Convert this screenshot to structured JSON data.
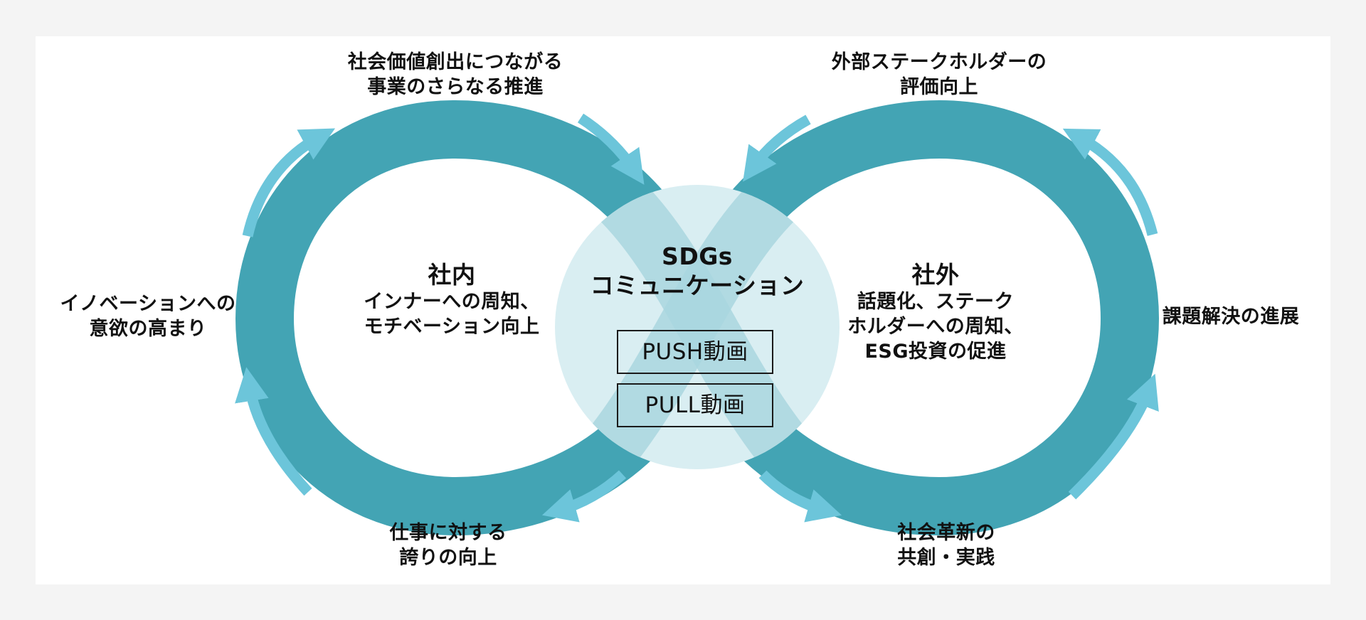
{
  "colors": {
    "page_background": "#f4f4f4",
    "panel_background": "#ffffff",
    "loop_teal": "#43a4b4",
    "center_circle": "#d9eef2",
    "crossing_overlay": "#a9d6df",
    "arrow_blue": "#6cc5da",
    "text": "#111111"
  },
  "center": {
    "title_line1": "SDGs",
    "title_line2": "コミュニケーション",
    "videos": [
      "PUSH動画",
      "PULL動画"
    ]
  },
  "hubs": {
    "internal": {
      "title": "社内",
      "desc_lines": [
        "インナーへの周知、",
        "モチベーション向上"
      ]
    },
    "external": {
      "title": "社外",
      "desc_lines": [
        "話題化、ステーク",
        "ホルダーへの周知、",
        "ESG投資の促進"
      ]
    }
  },
  "outcomes": {
    "top_left": [
      "社会価値創出につながる",
      "事業のさらなる推進"
    ],
    "top_right": [
      "外部ステークホルダーの",
      "評価向上"
    ],
    "left": [
      "イノベーションへの",
      "意欲の高まり"
    ],
    "right": [
      "課題解決の進展"
    ],
    "bottom_left": [
      "仕事に対する",
      "誇りの向上"
    ],
    "bottom_right": [
      "社会革新の",
      "共創・実践"
    ]
  },
  "arrows": [
    {
      "name": "arrow-left-upper",
      "direction": "clockwise"
    },
    {
      "name": "arrow-left-lower",
      "direction": "clockwise"
    },
    {
      "name": "arrow-top-left-inward",
      "direction": "toward-center"
    },
    {
      "name": "arrow-top-right-inward",
      "direction": "toward-center"
    },
    {
      "name": "arrow-bottom-left-outward",
      "direction": "away-from-center"
    },
    {
      "name": "arrow-bottom-right-outward",
      "direction": "away-from-center"
    },
    {
      "name": "arrow-right-upper",
      "direction": "counterclockwise"
    },
    {
      "name": "arrow-right-lower",
      "direction": "counterclockwise"
    }
  ]
}
